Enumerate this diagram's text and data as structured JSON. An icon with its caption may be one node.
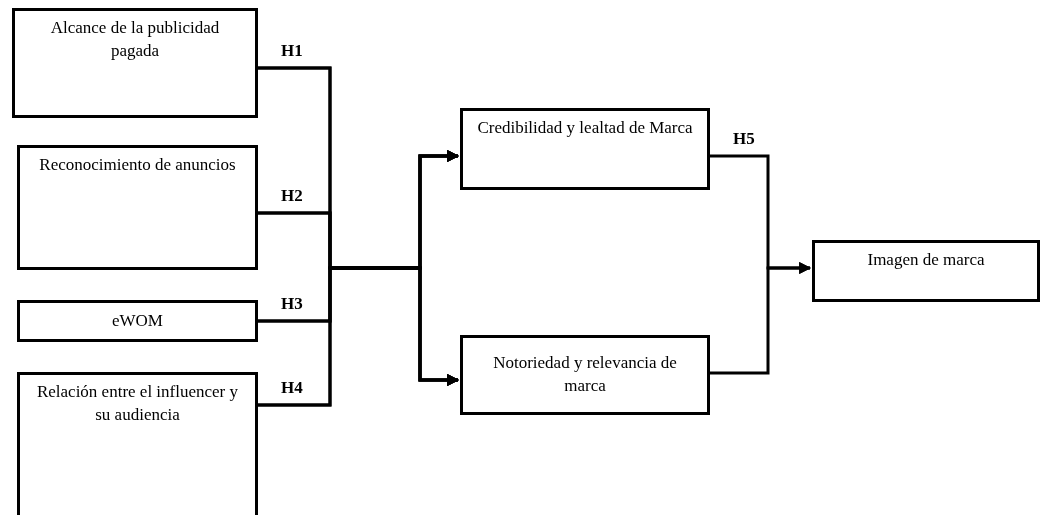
{
  "diagram": {
    "nodes": [
      {
        "text": [
          "Alcance de la publicidad pagada"
        ]
      },
      {
        "text": [
          "Reconocimiento de anuncios"
        ]
      },
      {
        "text": [
          "eWOM"
        ]
      },
      {
        "text": [
          "Relación entre el influencer y su audiencia"
        ]
      },
      {
        "text": [
          "Credibilidad y lealtad de Marca"
        ]
      },
      {
        "text": [
          "Notoriedad y relevancia de marca"
        ]
      },
      {
        "text": [
          "Imagen de marca"
        ]
      }
    ],
    "edges": [
      {
        "from": 0,
        "to": 4,
        "arrow": "to",
        "label": "H1"
      },
      {
        "from": 0,
        "to": 5,
        "arrow": "to"
      },
      {
        "from": 1,
        "to": 4,
        "arrow": "to",
        "label": "H2"
      },
      {
        "from": 1,
        "to": 5,
        "arrow": "to"
      },
      {
        "from": 2,
        "to": 4,
        "arrow": "to",
        "label": "H3"
      },
      {
        "from": 2,
        "to": 5,
        "arrow": "to"
      },
      {
        "from": 3,
        "to": 4,
        "arrow": "to",
        "label": "H4"
      },
      {
        "from": 3,
        "to": 5,
        "arrow": "to"
      },
      {
        "from": 4,
        "to": 6,
        "arrow": "to",
        "label": "H5"
      },
      {
        "from": 5,
        "to": 6,
        "arrow": "to"
      }
    ]
  }
}
